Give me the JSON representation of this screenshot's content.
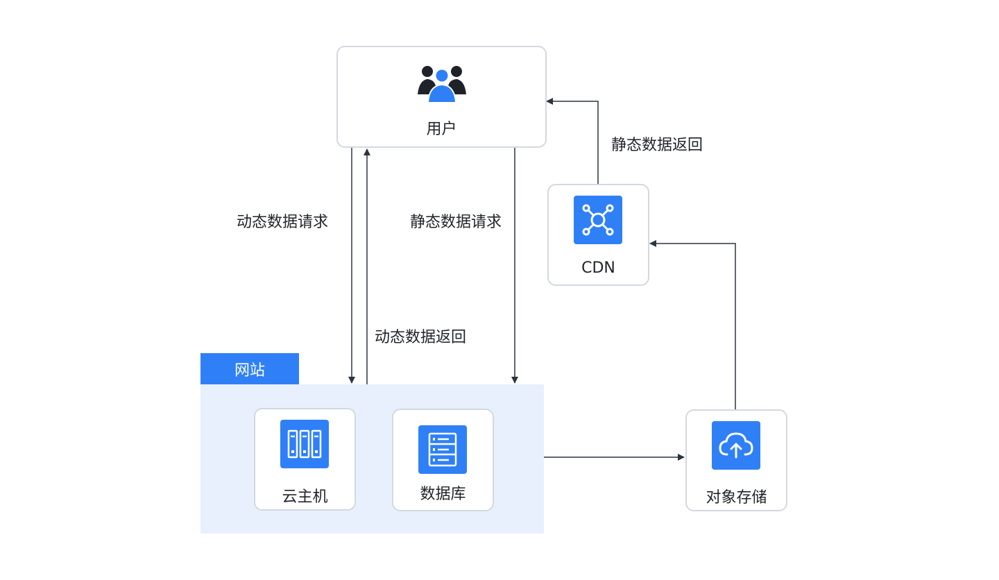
{
  "nodes": {
    "user": {
      "label": "用户",
      "icon": "users-icon"
    },
    "cdn": {
      "label": "CDN",
      "icon": "network-hub-icon"
    },
    "cloud_host": {
      "label": "云主机",
      "icon": "server-rack-icon"
    },
    "database": {
      "label": "数据库",
      "icon": "database-icon"
    },
    "object_storage": {
      "label": "对象存储",
      "icon": "cloud-upload-icon"
    }
  },
  "group": {
    "label": "网站"
  },
  "edges": {
    "dynamic_request": "动态数据请求",
    "dynamic_return": "动态数据返回",
    "static_request": "静态数据请求",
    "static_return": "静态数据返回"
  },
  "colors": {
    "accent": "#2f80f7",
    "group_fill": "#e8f0fd",
    "node_border": "#d3d8df",
    "arrow": "#2b3440"
  }
}
